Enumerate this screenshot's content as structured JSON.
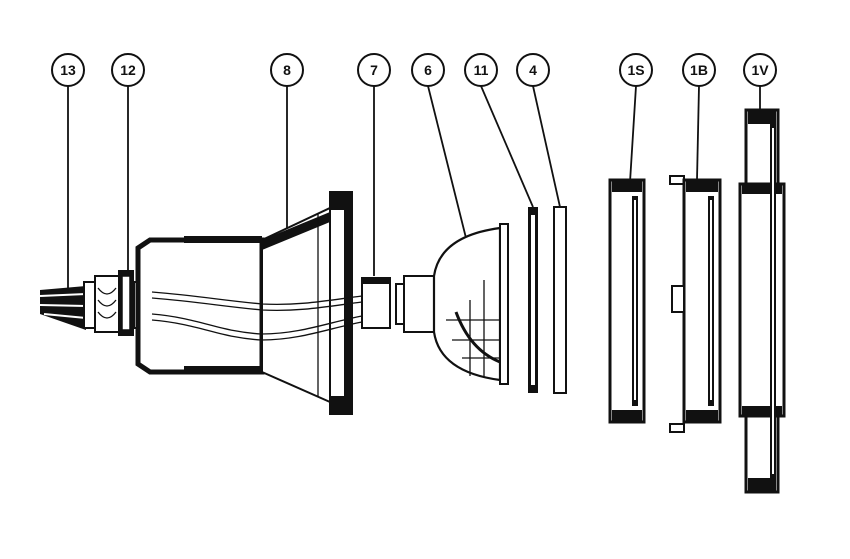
{
  "callouts": [
    {
      "id": "13",
      "label": "13"
    },
    {
      "id": "12",
      "label": "12"
    },
    {
      "id": "8",
      "label": "8"
    },
    {
      "id": "7",
      "label": "7"
    },
    {
      "id": "6",
      "label": "6"
    },
    {
      "id": "11",
      "label": "11"
    },
    {
      "id": "4",
      "label": "4"
    },
    {
      "id": "1S",
      "label": "1S"
    },
    {
      "id": "1B",
      "label": "1B"
    },
    {
      "id": "1V",
      "label": "1V"
    }
  ],
  "colors": {
    "line": "#111111",
    "background": "#ffffff"
  }
}
